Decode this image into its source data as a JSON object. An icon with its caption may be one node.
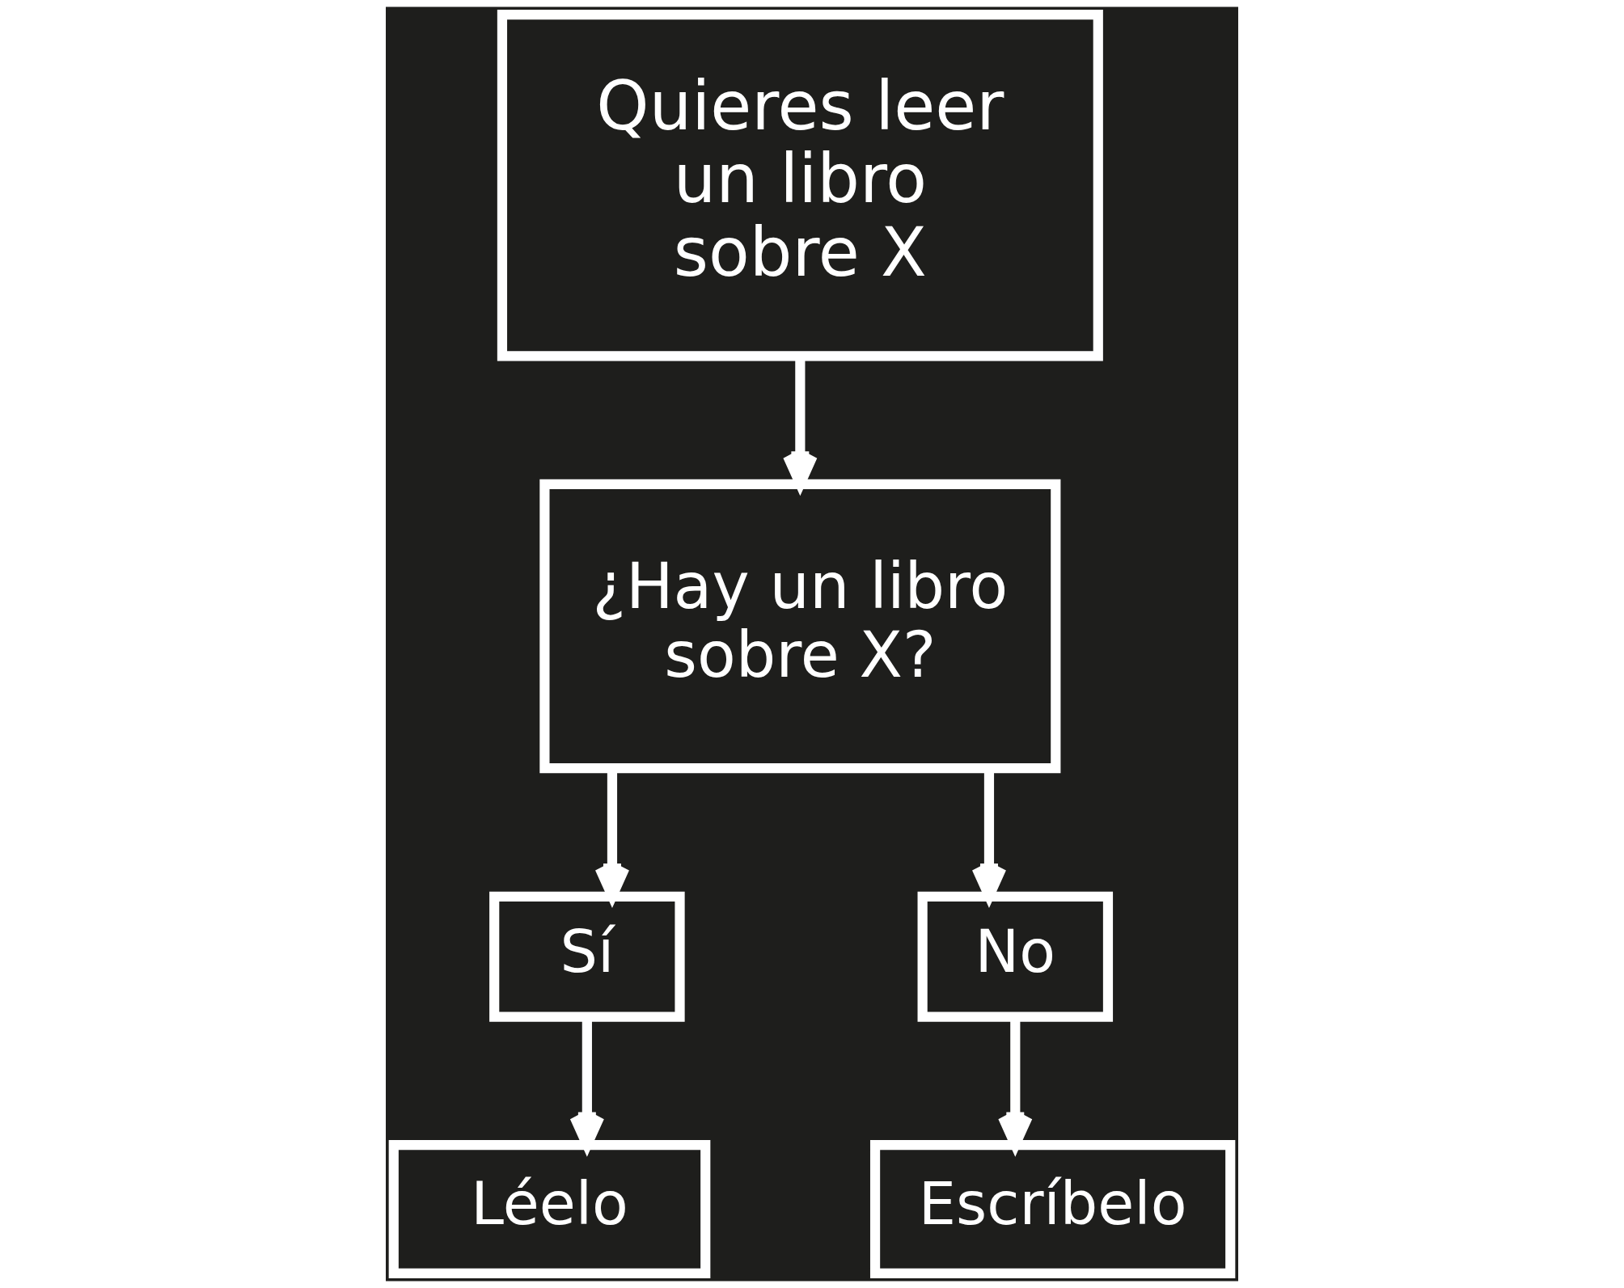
{
  "diagram": {
    "nodes": [
      {
        "text": [
          "Quieres leer un libro sobre X"
        ]
      },
      {
        "text": [
          "¿Hay un libro sobre X?"
        ]
      },
      {
        "text": [
          "Sí"
        ]
      },
      {
        "text": [
          "No"
        ]
      },
      {
        "text": [
          "Léelo"
        ]
      },
      {
        "text": [
          "Escríbelo"
        ]
      }
    ],
    "edges": [
      {
        "from": 0,
        "to": 1,
        "arrow": "to"
      },
      {
        "from": 1,
        "to": 2,
        "arrow": "to"
      },
      {
        "from": 1,
        "to": 3,
        "arrow": "to"
      },
      {
        "from": 2,
        "to": 4,
        "arrow": "to"
      },
      {
        "from": 3,
        "to": 5,
        "arrow": "to"
      }
    ]
  }
}
